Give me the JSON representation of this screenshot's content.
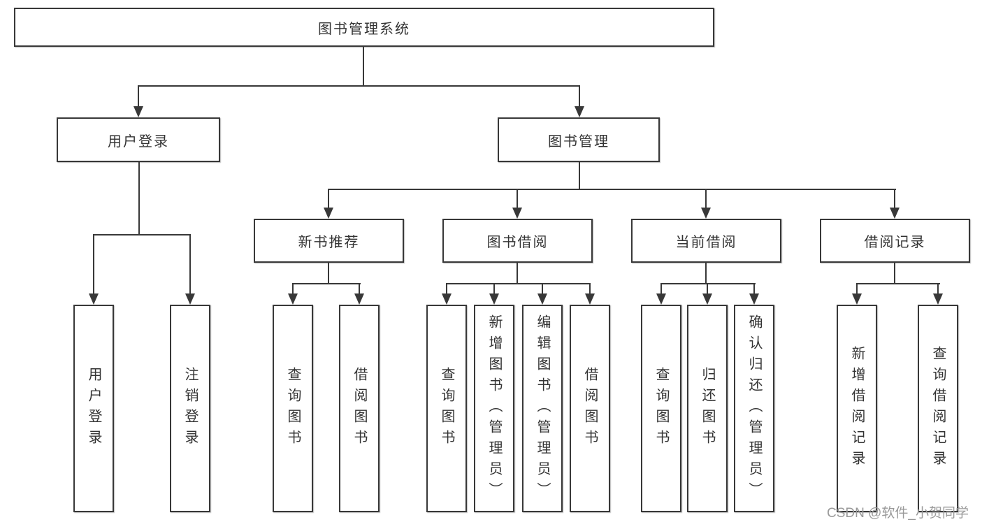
{
  "colors": {
    "line": "#383838",
    "text": "#333333",
    "box_background": "#ffffff",
    "watermark": "#999999"
  },
  "watermark": {
    "text": "CSDN @软件_小贺同学"
  },
  "nodes": {
    "root": {
      "label": "图书管理系统"
    },
    "level2": [
      {
        "label": "用户登录"
      },
      {
        "label": "图书管理"
      }
    ],
    "level3": [
      {
        "label": "新书推荐",
        "parent": "图书管理"
      },
      {
        "label": "图书借阅",
        "parent": "图书管理"
      },
      {
        "label": "当前借阅",
        "parent": "图书管理"
      },
      {
        "label": "借阅记录",
        "parent": "图书管理"
      }
    ],
    "leaves": [
      {
        "label": "用户登录",
        "parent": "用户登录"
      },
      {
        "label": "注销登录",
        "parent": "用户登录"
      },
      {
        "label": "查询图书",
        "parent": "新书推荐"
      },
      {
        "label": "借阅图书",
        "parent": "新书推荐"
      },
      {
        "label": "查询图书",
        "parent": "图书借阅"
      },
      {
        "label": "新增图书（管理员）",
        "parent": "图书借阅"
      },
      {
        "label": "编辑图书（管理员）",
        "parent": "图书借阅"
      },
      {
        "label": "借阅图书",
        "parent": "图书借阅"
      },
      {
        "label": "查询图书",
        "parent": "当前借阅"
      },
      {
        "label": "归还图书",
        "parent": "当前借阅"
      },
      {
        "label": "确认归还（管理员）",
        "parent": "当前借阅"
      },
      {
        "label": "新增借阅记录",
        "parent": "借阅记录"
      },
      {
        "label": "查询借阅记录",
        "parent": "借阅记录"
      }
    ]
  }
}
